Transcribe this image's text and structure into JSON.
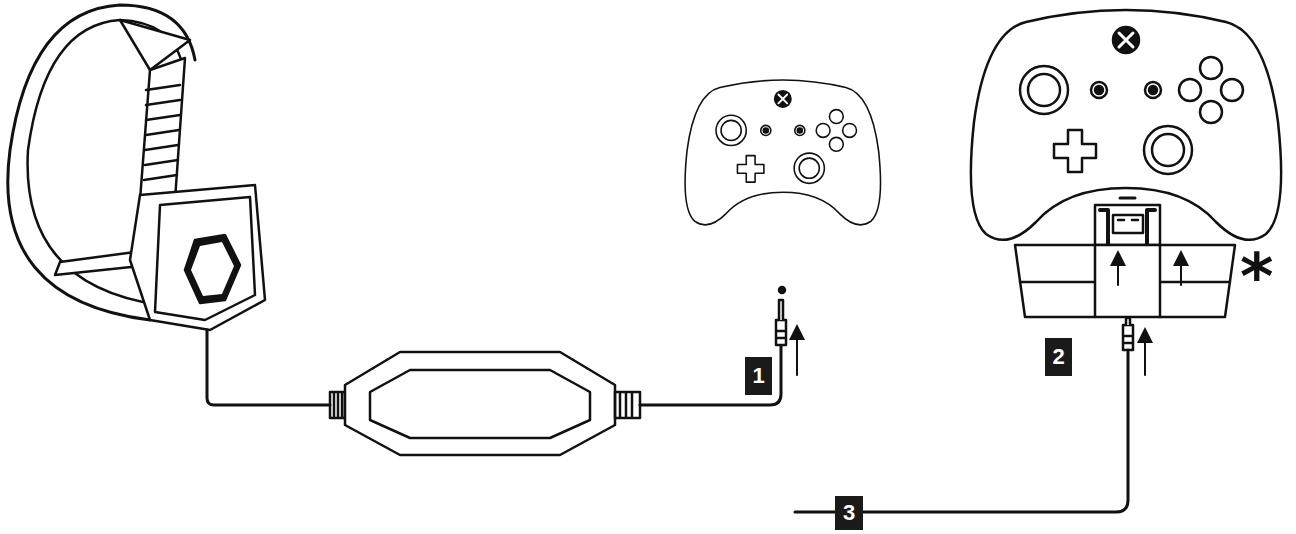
{
  "diagram": {
    "labels": [
      "1",
      "2",
      "3",
      "*"
    ]
  }
}
